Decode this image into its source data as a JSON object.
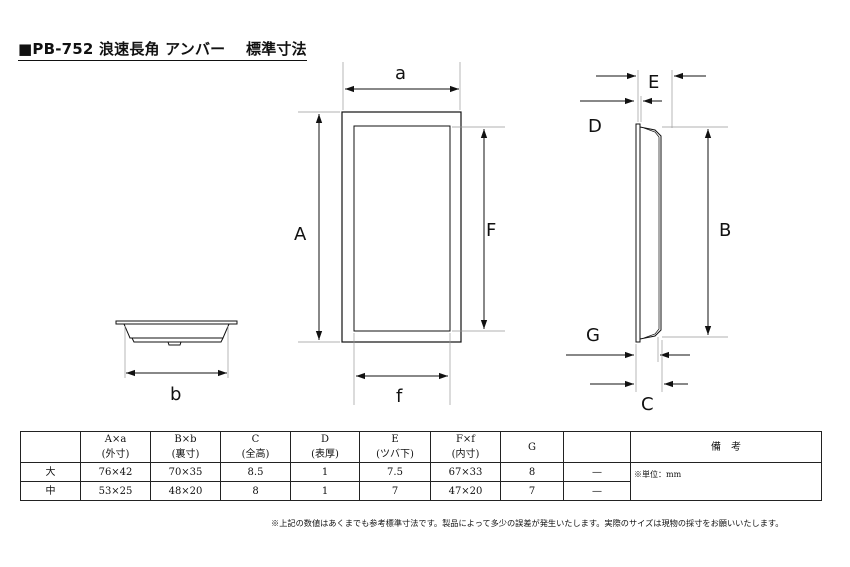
{
  "title": "■PB-752 浪速長角 アンバー　 標準寸法",
  "labels": {
    "a": "a",
    "A": "A",
    "F": "F",
    "f": "f",
    "b": "b",
    "E": "E",
    "D": "D",
    "B": "B",
    "G": "G",
    "C": "C"
  },
  "table": {
    "headers": [
      {
        "main": "",
        "sub": ""
      },
      {
        "main": "A×a",
        "sub": "(外寸)"
      },
      {
        "main": "B×b",
        "sub": "(裏寸)"
      },
      {
        "main": "C",
        "sub": "(全高)"
      },
      {
        "main": "D",
        "sub": "(表厚)"
      },
      {
        "main": "E",
        "sub": "(ツバ下)"
      },
      {
        "main": "F×f",
        "sub": "(内寸)"
      },
      {
        "main": "G",
        "sub": ""
      },
      {
        "main": "",
        "sub": ""
      },
      {
        "main": "備　考",
        "sub": ""
      }
    ],
    "rows": [
      {
        "size": "大",
        "Aa": "76×42",
        "Bb": "70×35",
        "C": "8.5",
        "D": "1",
        "E": "7.5",
        "Ff": "67×33",
        "G": "8",
        "extra": "—"
      },
      {
        "size": "中",
        "Aa": "53×25",
        "Bb": "48×20",
        "C": "8",
        "D": "1",
        "E": "7",
        "Ff": "47×20",
        "G": "7",
        "extra": "—"
      }
    ],
    "remarks": "※単位：mm"
  },
  "footnote": "※上記の数値はあくまでも参考標準寸法です。製品によって多少の誤差が発生いたします。実際のサイズは現物の採寸をお願いいたします。"
}
